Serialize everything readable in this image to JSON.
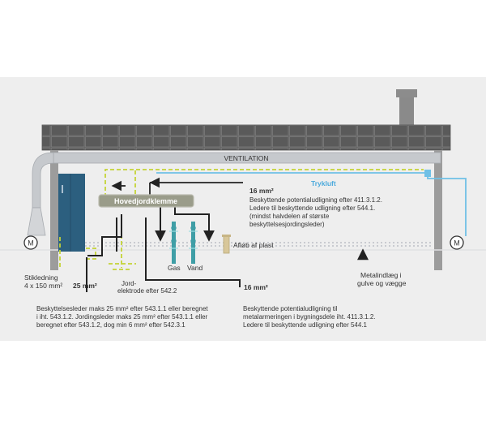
{
  "labels": {
    "ventilation": "VENTILATION",
    "trykluft": "Trykluft",
    "hovedjordklemme": "Hovedjordklemme",
    "motor_left": "M",
    "motor_right": "M",
    "gas": "Gas",
    "vand": "Vand",
    "afloeb": "Afløb af plast",
    "metalindlaeg_1": "Metalindlæg i",
    "metalindlaeg_2": "gulve og vægge",
    "stikledning_1": "Stikledning",
    "stikledning_2": "4 x 150 mm²",
    "size_25": "25 mm²",
    "size_16_bottom": "16 mm²",
    "jordelektrode_1": "Jord-",
    "jordelektrode_2": "elektrode efter 542.2"
  },
  "note_top_right": {
    "title": "16 mm²",
    "lines": [
      "Beskyttende potentialudligning efter 411.3.1.2.",
      "Ledere til beskyttende udligning efter 544.1.",
      "(mindst halvdelen af største",
      "beskyttelsesjordingsleder)"
    ]
  },
  "note_bottom_left": {
    "lines": [
      "Beskyttelsesleder maks 25 mm² efter 543.1.1 eller beregnet",
      "i iht. 543.1.2. Jordingsleder maks 25 mm² efter 543.1.1 eller",
      "beregnet efter 543.1.2, dog min 6 mm² efter 542.3.1"
    ]
  },
  "note_bottom_right": {
    "lines": [
      "Beskyttende potentialudligning til",
      "metalarmeringen i bygningsdele iht. 411.3.1.2.",
      "Ledere til beskyttende udligning efter 544.1"
    ]
  },
  "colors": {
    "roof": "#5d5d5d",
    "wall": "#9a9a9a",
    "cabinet": "#2c5f7f",
    "duct": "#c4c7cb",
    "trykluft": "#5fb4de",
    "pipe": "#3f9ea6",
    "ground_yellow": "#c7d631",
    "conductor": "#222222",
    "clamp": "#9a9c8a"
  }
}
